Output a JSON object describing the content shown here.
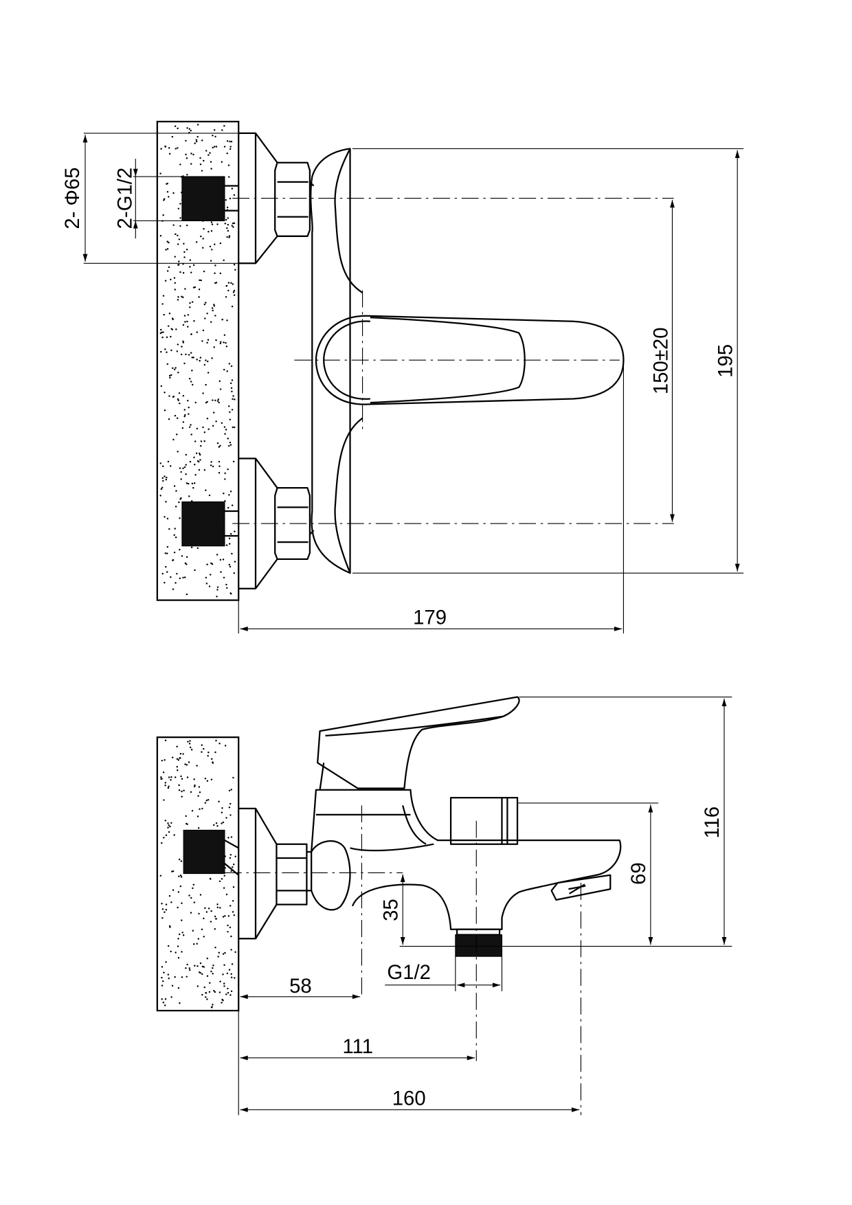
{
  "top_view": {
    "dimensions": {
      "inlet_diameter": "2- Φ65",
      "inlet_thread": "2-G1/2",
      "center_distance": "150±20",
      "overall_height": "195",
      "projection": "179"
    }
  },
  "side_view": {
    "dimensions": {
      "total_height": "116",
      "spout_height": "69",
      "outlet_offset": "35",
      "inlet_to_axis": "58",
      "outlet_position": "111",
      "spout_reach": "160",
      "outlet_thread": "G1/2"
    }
  },
  "colors": {
    "line": "#000000",
    "background": "#ffffff"
  }
}
